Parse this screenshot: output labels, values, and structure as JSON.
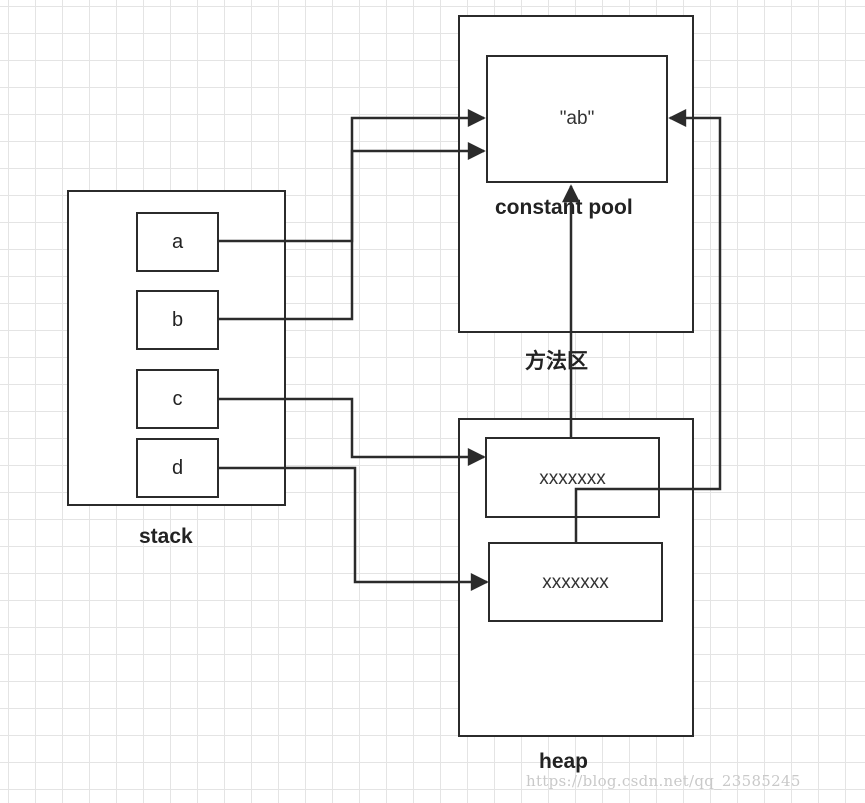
{
  "stack": {
    "label": "stack",
    "variables": [
      "a",
      "b",
      "c",
      "d"
    ]
  },
  "method_area": {
    "label": "方法区",
    "constant_pool": {
      "label": "constant pool",
      "value": "\"ab\""
    }
  },
  "heap": {
    "label": "heap",
    "objects": [
      "xxxxxxx",
      "xxxxxxx"
    ]
  },
  "watermark": "https://blog.csdn.net/qq_23585245",
  "colors": {
    "line": "#2b2b2b",
    "grid": "#e4e4e4",
    "watermark": "#c9c9c9"
  }
}
